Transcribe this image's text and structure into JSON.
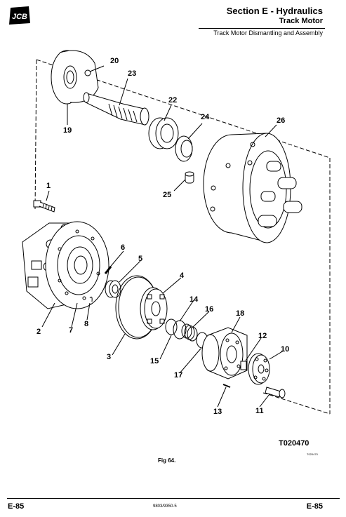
{
  "header": {
    "brand": "JCB",
    "section": "Section E - Hydraulics",
    "subsection": "Track Motor",
    "topic": "Track Motor Dismantling and Assembly"
  },
  "figure": {
    "part_number": "T020470",
    "part_number_small": "T020470",
    "caption": "Fig 64.",
    "callouts": {
      "c1": "1",
      "c2": "2",
      "c3": "3",
      "c4": "4",
      "c5": "5",
      "c6": "6",
      "c7": "7",
      "c8": "8",
      "c10": "10",
      "c11": "11",
      "c12": "12",
      "c13": "13",
      "c14": "14",
      "c15": "15",
      "c16": "16",
      "c17": "17",
      "c18": "18",
      "c19": "19",
      "c20": "20",
      "c22": "22",
      "c23": "23",
      "c24": "24",
      "c25": "25",
      "c26": "26"
    }
  },
  "footer": {
    "page_left": "E-85",
    "doc_number": "9803/9350-5",
    "page_right": "E-85"
  }
}
